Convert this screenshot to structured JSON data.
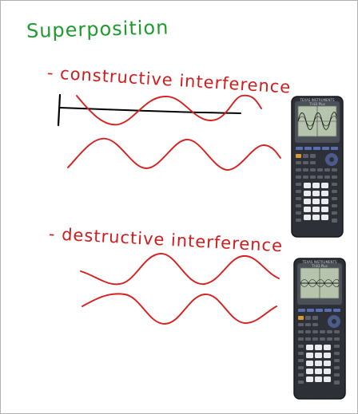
{
  "page": {
    "title": "Superposition",
    "ink_colors": {
      "title": "#1f9a2e",
      "notes": "#cf1d1d",
      "axis": "#000000"
    }
  },
  "sections": [
    {
      "heading": "- constructive interference",
      "calculator": {
        "icon": "graphing-calculator-icon",
        "brand_label": "TEXAS INSTRUMENTS   TI-83 Plus",
        "screen": "constructive-sum-wave"
      }
    },
    {
      "heading": "- destructive interference",
      "calculator": {
        "icon": "graphing-calculator-icon",
        "brand_label": "TEXAS INSTRUMENTS   TI-83 Plus",
        "screen": "destructive-flat-line"
      }
    }
  ]
}
